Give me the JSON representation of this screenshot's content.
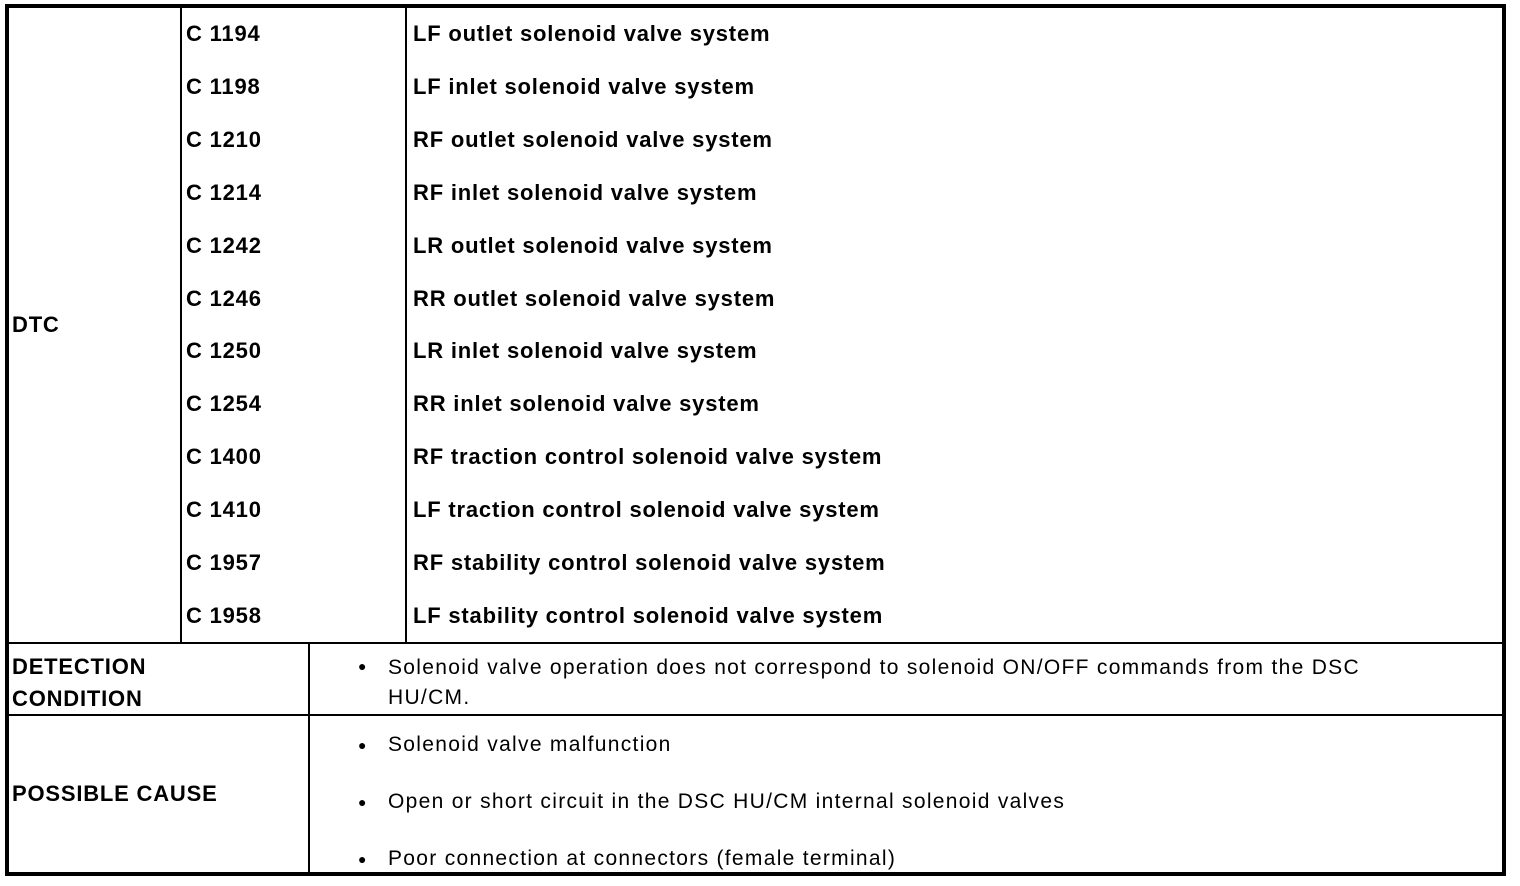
{
  "colors": {
    "text": "#000000",
    "background": "#ffffff",
    "border": "#000000"
  },
  "table": {
    "dtc": {
      "label": "DTC",
      "codes": [
        {
          "code": "C 1194",
          "description": "LF outlet solenoid valve system"
        },
        {
          "code": "C 1198",
          "description": "LF inlet solenoid valve system"
        },
        {
          "code": "C 1210",
          "description": "RF outlet solenoid valve system"
        },
        {
          "code": "C 1214",
          "description": "RF inlet solenoid valve system"
        },
        {
          "code": "C 1242",
          "description": "LR outlet solenoid valve system"
        },
        {
          "code": "C 1246",
          "description": "RR outlet solenoid valve system"
        },
        {
          "code": "C 1250",
          "description": "LR inlet solenoid valve system"
        },
        {
          "code": "C 1254",
          "description": "RR inlet solenoid valve system"
        },
        {
          "code": "C 1400",
          "description": "RF traction control solenoid valve system"
        },
        {
          "code": "C 1410",
          "description": "LF traction control solenoid valve system"
        },
        {
          "code": "C 1957",
          "description": "RF stability control solenoid valve system"
        },
        {
          "code": "C 1958",
          "description": "LF stability control solenoid valve system"
        }
      ]
    },
    "detection_condition": {
      "label": "DETECTION CONDITION",
      "label_line1": "DETECTION",
      "label_line2": "CONDITION",
      "bullet_glyph": "●",
      "items": [
        "Solenoid valve operation does not correspond to solenoid ON/OFF commands from the DSC HU/CM."
      ]
    },
    "possible_cause": {
      "label": "POSSIBLE CAUSE",
      "bullet_glyph": "●",
      "items": [
        "Solenoid valve malfunction",
        "Open or short circuit in the DSC HU/CM internal solenoid valves",
        "Poor connection at connectors (female terminal)"
      ]
    }
  }
}
